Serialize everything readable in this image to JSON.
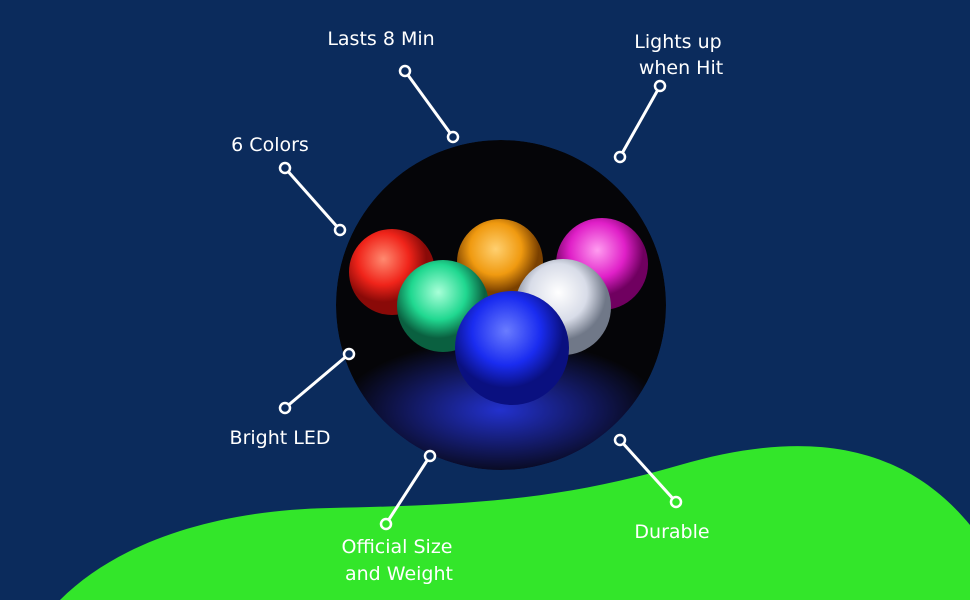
{
  "colors": {
    "background": "#0b2b5c",
    "hill": "#33e62a",
    "text": "#ffffff"
  },
  "features": {
    "lasts": "Lasts 8 Min",
    "lights_1": "Lights up",
    "lights_2": "when Hit",
    "colors": "6 Colors",
    "bright": "Bright LED",
    "official_1": "Official Size",
    "official_2": "and Weight",
    "durable": "Durable"
  },
  "product_image": {
    "ball_colors": [
      "red",
      "orange",
      "pink",
      "green",
      "white",
      "blue"
    ]
  }
}
